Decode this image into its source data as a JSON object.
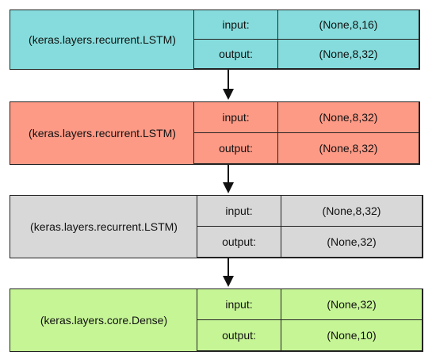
{
  "layers": [
    {
      "name": "(keras.layers.recurrent.LSTM)",
      "input_label": "input:",
      "input_shape": "(None,8,16)",
      "output_label": "output:",
      "output_shape": "(None,8,32)",
      "color": "#86dcdc"
    },
    {
      "name": "(keras.layers.recurrent.LSTM)",
      "input_label": "input:",
      "input_shape": "(None,8,32)",
      "output_label": "output:",
      "output_shape": "(None,8,32)",
      "color": "#fd9a86"
    },
    {
      "name": "(keras.layers.recurrent.LSTM)",
      "input_label": "input:",
      "input_shape": "(None,8,32)",
      "output_label": "output:",
      "output_shape": "(None,32)",
      "color": "#d8d8d8"
    },
    {
      "name": "(keras.layers.core.Dense)",
      "input_label": "input:",
      "input_shape": "(None,32)",
      "output_label": "output:",
      "output_shape": "(None,10)",
      "color": "#c6f596"
    }
  ]
}
